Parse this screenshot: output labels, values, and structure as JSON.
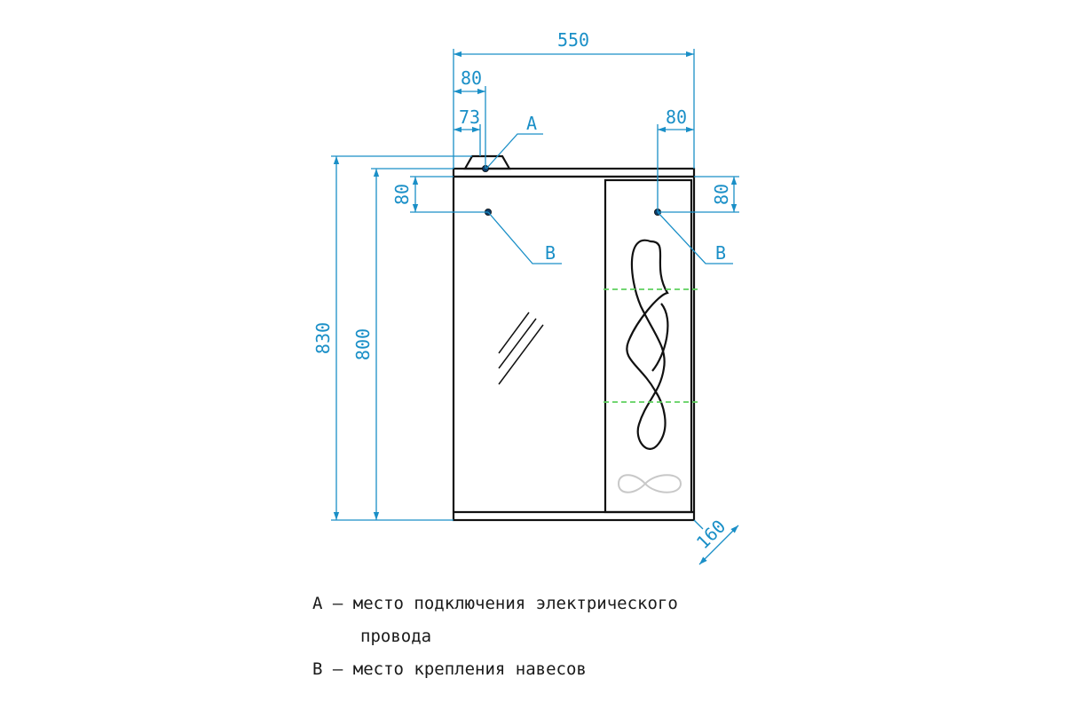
{
  "dimensions": {
    "total_width": "550",
    "top_left_80": "80",
    "top_left_73": "73",
    "top_right_80": "80",
    "left_vertical_80": "80",
    "right_vertical_80": "80",
    "height_830": "830",
    "height_800": "800",
    "depth_160": "160"
  },
  "callouts": {
    "a": "A",
    "b_left": "B",
    "b_right": "B"
  },
  "legend": {
    "line_a": "А – место подключения электрического",
    "line_a_cont": "провода",
    "line_b": "В – место крепления навесов"
  },
  "colors": {
    "dimension": "#1a8fc7",
    "outline": "#111111",
    "guide": "#5fd05f"
  }
}
